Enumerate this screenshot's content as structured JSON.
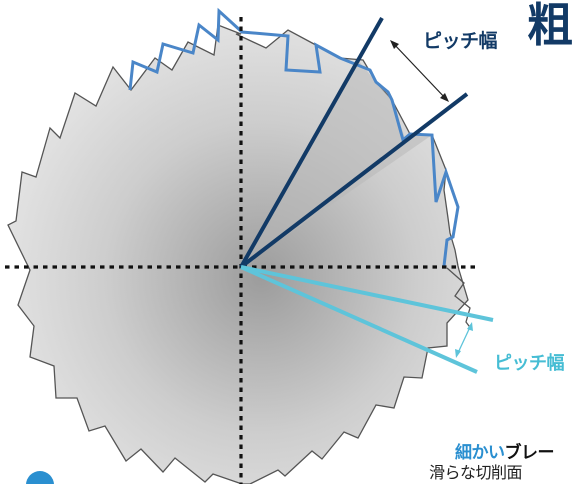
{
  "labels": {
    "pitch_coarse": "ピッチ幅",
    "coarse_big": "粗",
    "pitch_fine": "ピッチ幅",
    "caption_accent": "細かい",
    "caption_rest": "ブレー",
    "caption_sub": "滑らな切削面"
  },
  "colors": {
    "coarse_line": "#123a66",
    "coarse_outline": "#4a86c8",
    "fine_line": "#5ec4da",
    "blade_outline": "#555555",
    "axis": "#111111",
    "dot": "#2a8fd0"
  }
}
